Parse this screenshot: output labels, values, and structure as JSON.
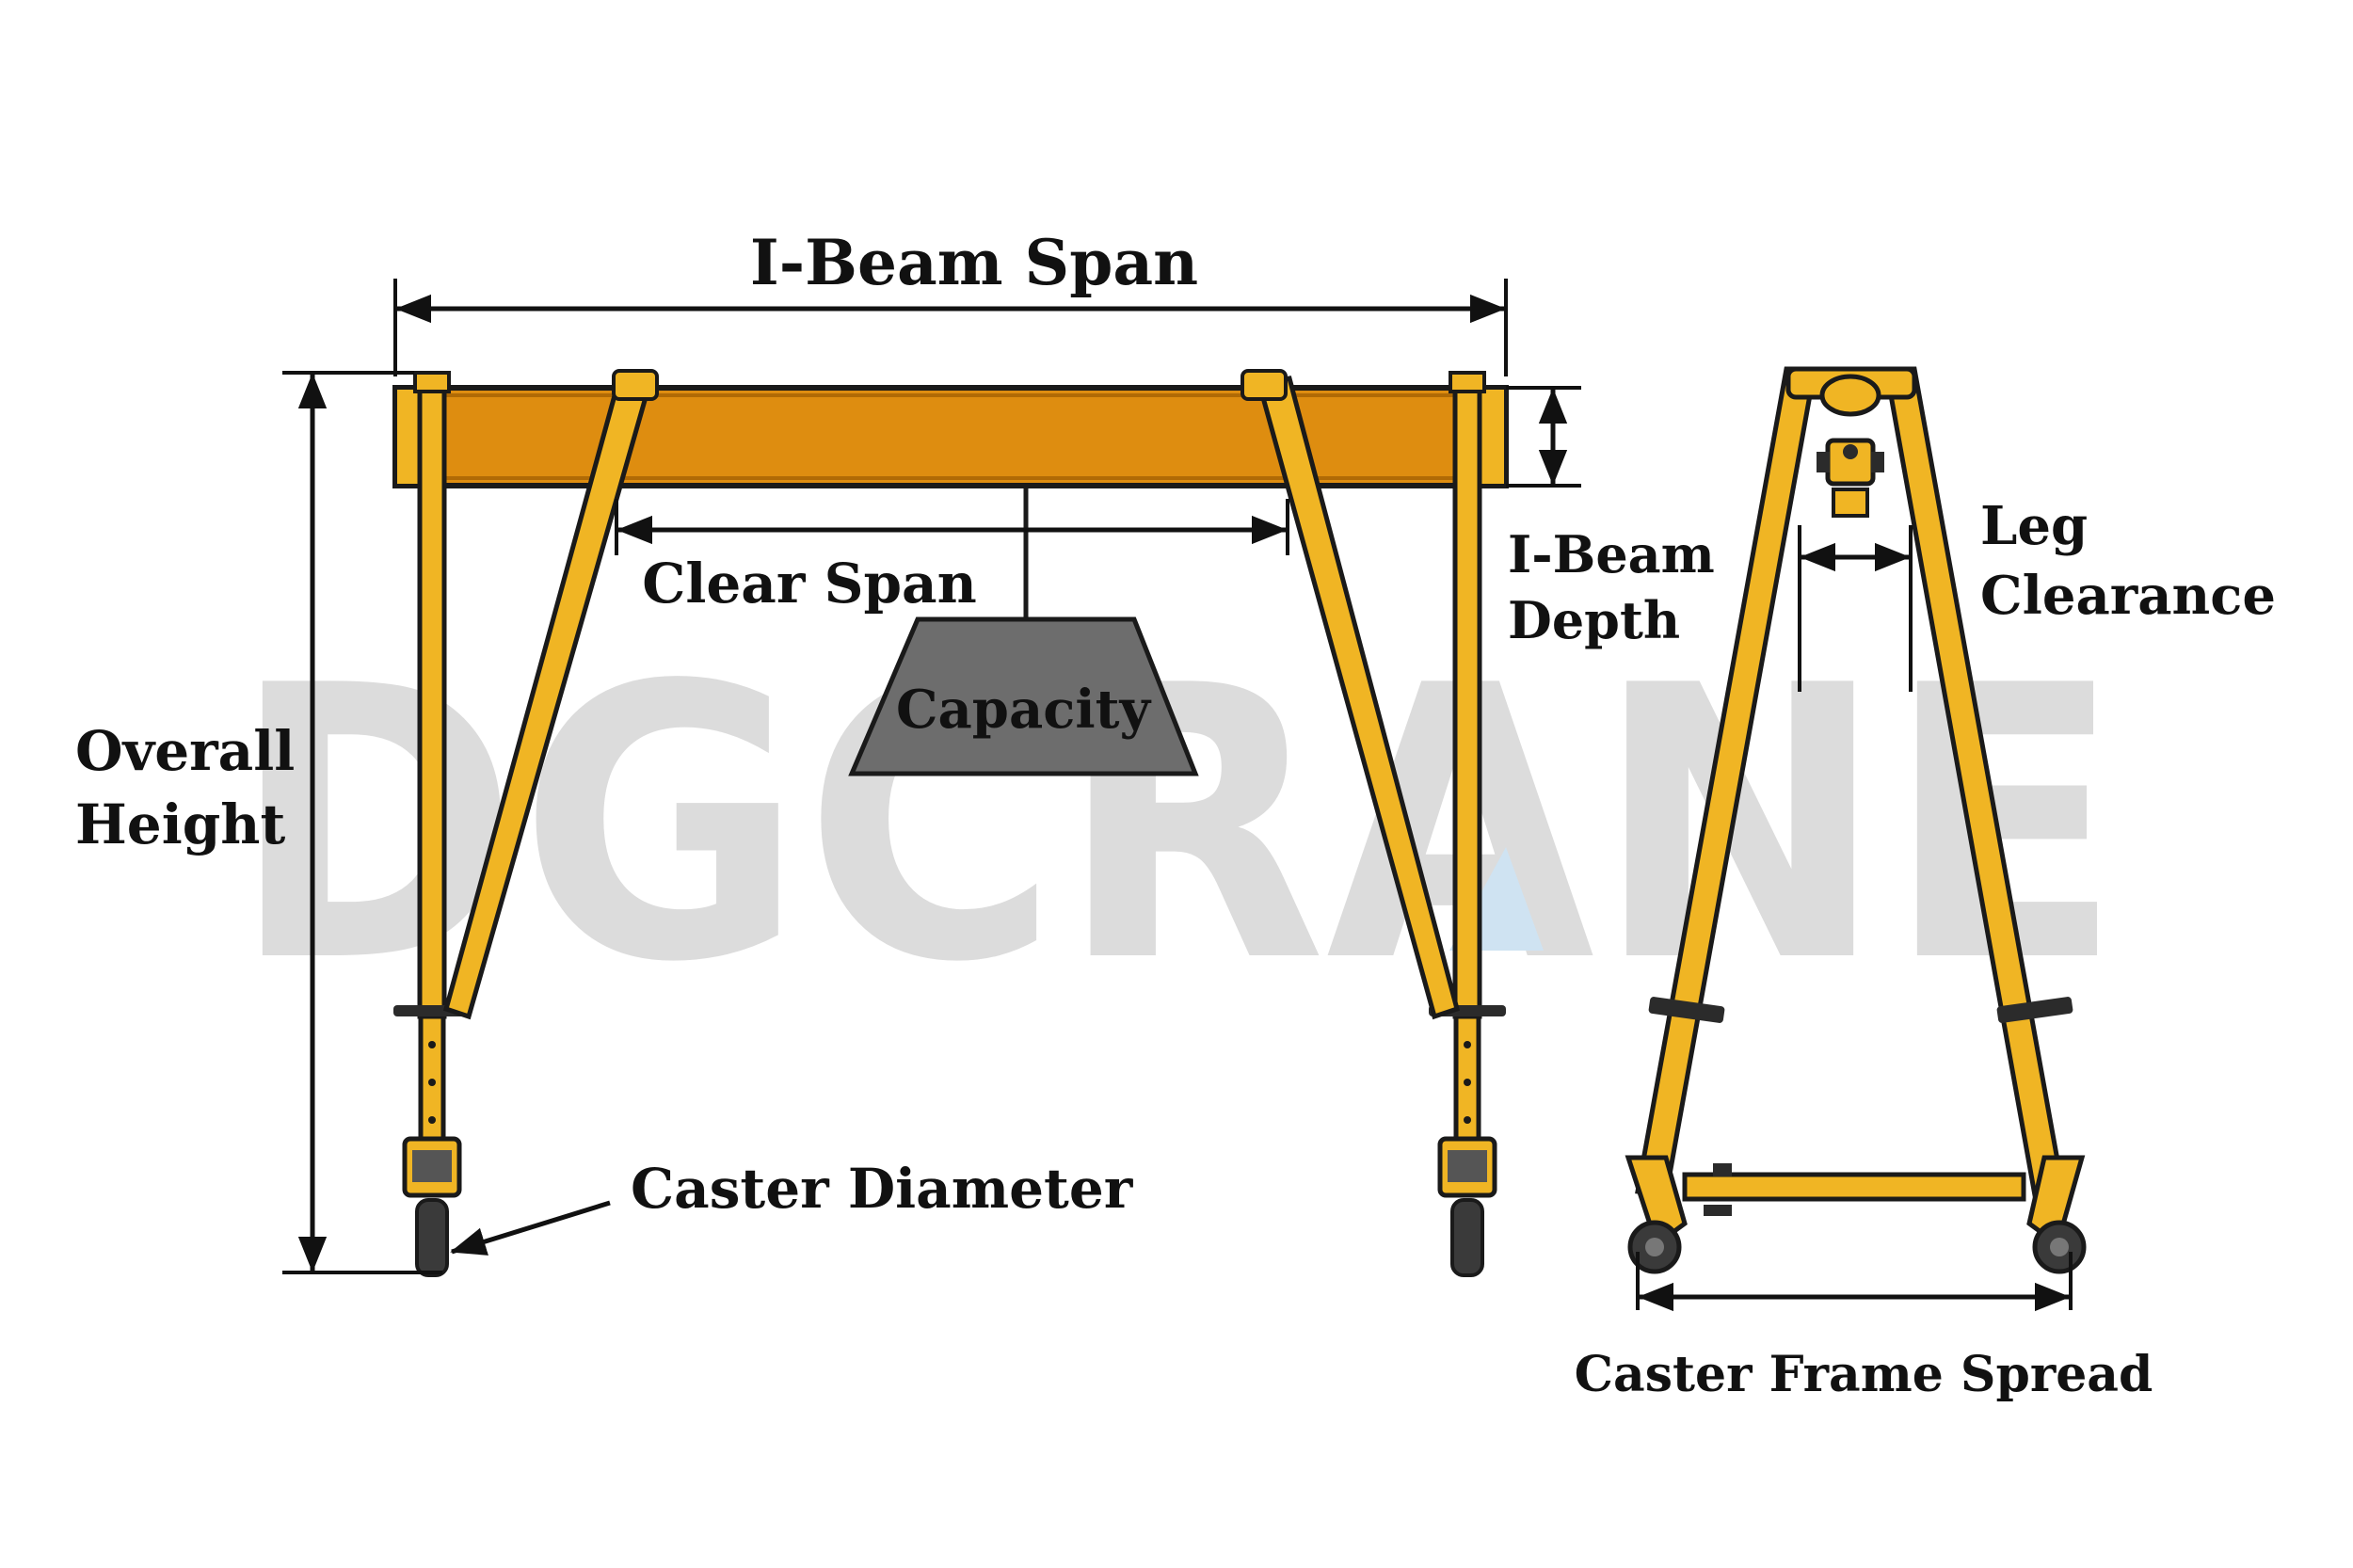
{
  "watermark": {
    "text": "DGCRANE",
    "color": "#d9d9d9",
    "accent": "#cfe3f2"
  },
  "labels": {
    "ibeam_span": "I-Beam Span",
    "clear_span": "Clear Span",
    "capacity": "Capacity",
    "overall_height_1": "Overall",
    "overall_height_2": "Height",
    "ibeam_depth_1": "I-Beam",
    "ibeam_depth_2": "Depth",
    "leg_clearance_1": "Leg",
    "leg_clearance_2": "Clearance",
    "caster_diameter": "Caster Diameter",
    "caster_frame_spread": "Caster Frame Spread"
  },
  "colors": {
    "frame": "#f0b524",
    "beam": "#de8d10",
    "outline": "#1a1a1a",
    "load": "#6d6d6d",
    "wheel": "#3a3a3a"
  }
}
